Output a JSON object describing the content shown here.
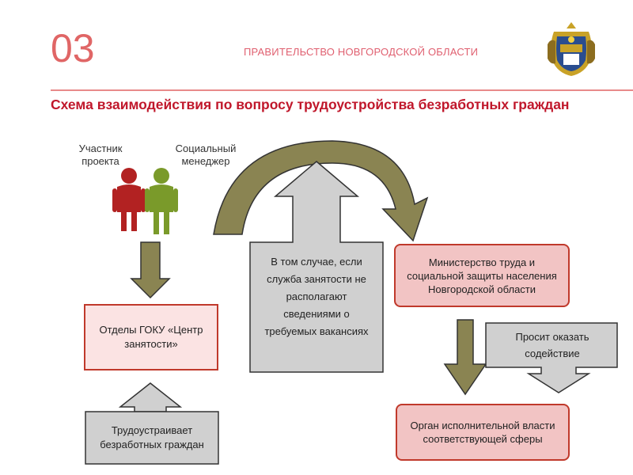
{
  "header": {
    "slide_number": "03",
    "org_name": "ПРАВИТЕЛЬСТВО НОВГОРОДСКОЙ ОБЛАСТИ"
  },
  "title": "Схема взаимодействия по вопросу трудоустройства  безработных граждан",
  "people": {
    "participant_label": "Участник проекта",
    "manager_label": "Социальный менеджер",
    "participant_color": "#b22222",
    "manager_color": "#7a9a2a"
  },
  "boxes": {
    "employment_centers": "Отделы ГОКУ «Центр занятости»",
    "employs_unemployed": "Трудоустраивает безработных граждан",
    "no_vacancies_case": "В том случае, если  служба занятости не располагают сведениями о требуемых вакансиях",
    "ministry": "Министерство  труда и социальной защиты населения Новгородской области",
    "asks_assistance": "Просит оказать содействие",
    "executive_body": "Орган исполнительной власти соответствующей сферы"
  },
  "colors": {
    "accent_red": "#c0172b",
    "arrow_olive": "#8a8452",
    "box_gray": "#d0d0d0"
  }
}
